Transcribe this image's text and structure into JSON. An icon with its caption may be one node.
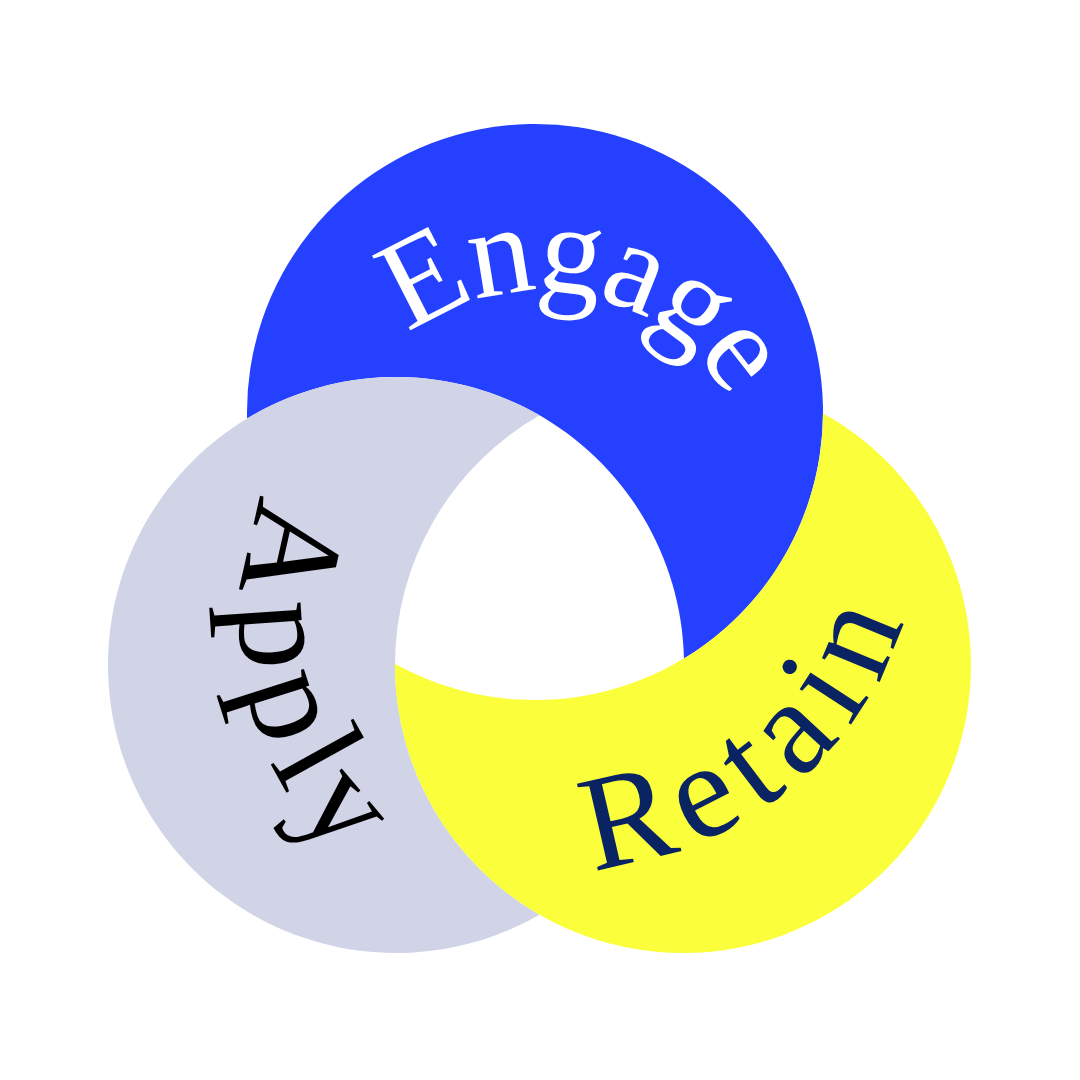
{
  "diagram": {
    "nodes": [
      {
        "text": [
          "Engage"
        ]
      },
      {
        "text": [
          "Apply"
        ]
      },
      {
        "text": [
          "Retain"
        ]
      }
    ]
  }
}
